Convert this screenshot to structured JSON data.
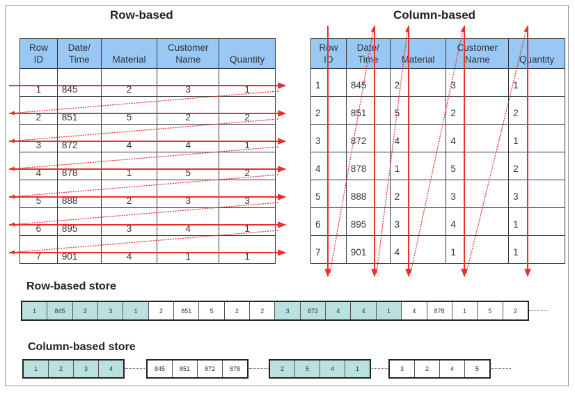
{
  "row_based": {
    "title": "Row-based",
    "headers": [
      "Row\nID",
      "Date/\nTime",
      "Material",
      "Customer\nName",
      "Quantity"
    ],
    "rows": [
      [
        "1",
        "845",
        "2",
        "3",
        "1"
      ],
      [
        "2",
        "851",
        "5",
        "2",
        "2"
      ],
      [
        "3",
        "872",
        "4",
        "4",
        "1"
      ],
      [
        "4",
        "878",
        "1",
        "5",
        "2"
      ],
      [
        "5",
        "888",
        "2",
        "3",
        "3"
      ],
      [
        "6",
        "895",
        "3",
        "4",
        "1"
      ],
      [
        "7",
        "901",
        "4",
        "1",
        "1"
      ]
    ]
  },
  "column_based": {
    "title": "Column-based",
    "headers": [
      "Row\nID",
      "Date/\nTime",
      "Material",
      "Customer\nName",
      "Quantity"
    ],
    "rows": [
      [
        "1",
        "845",
        "2",
        "3",
        "1"
      ],
      [
        "2",
        "851",
        "5",
        "2",
        "2"
      ],
      [
        "3",
        "872",
        "4",
        "4",
        "1"
      ],
      [
        "4",
        "878",
        "1",
        "5",
        "2"
      ],
      [
        "5",
        "888",
        "2",
        "3",
        "3"
      ],
      [
        "6",
        "895",
        "3",
        "4",
        "1"
      ],
      [
        "7",
        "901",
        "4",
        "1",
        "1"
      ]
    ]
  },
  "row_store": {
    "title": "Row-based store",
    "cells": [
      {
        "v": "1",
        "hl": true
      },
      {
        "v": "845",
        "hl": true
      },
      {
        "v": "2",
        "hl": true
      },
      {
        "v": "3",
        "hl": true
      },
      {
        "v": "1",
        "hl": true
      },
      {
        "v": "2",
        "hl": false
      },
      {
        "v": "851",
        "hl": false
      },
      {
        "v": "5",
        "hl": false
      },
      {
        "v": "2",
        "hl": false
      },
      {
        "v": "2",
        "hl": false
      },
      {
        "v": "3",
        "hl": true
      },
      {
        "v": "872",
        "hl": true
      },
      {
        "v": "4",
        "hl": true
      },
      {
        "v": "4",
        "hl": true
      },
      {
        "v": "1",
        "hl": true
      },
      {
        "v": "4",
        "hl": false
      },
      {
        "v": "878",
        "hl": false
      },
      {
        "v": "1",
        "hl": false
      },
      {
        "v": "5",
        "hl": false
      },
      {
        "v": "2",
        "hl": false
      }
    ]
  },
  "column_store": {
    "title": "Column-based store",
    "groups": [
      {
        "hl": true,
        "values": [
          "1",
          "2",
          "3",
          "4"
        ]
      },
      {
        "hl": false,
        "values": [
          "845",
          "851",
          "872",
          "878"
        ]
      },
      {
        "hl": true,
        "values": [
          "2",
          "5",
          "4",
          "1"
        ]
      },
      {
        "hl": false,
        "values": [
          "3",
          "2",
          "4",
          "5"
        ]
      }
    ]
  },
  "colors": {
    "header": "#99c8f5",
    "highlight": "#b9e1e0",
    "arrow": "#e8302a"
  }
}
